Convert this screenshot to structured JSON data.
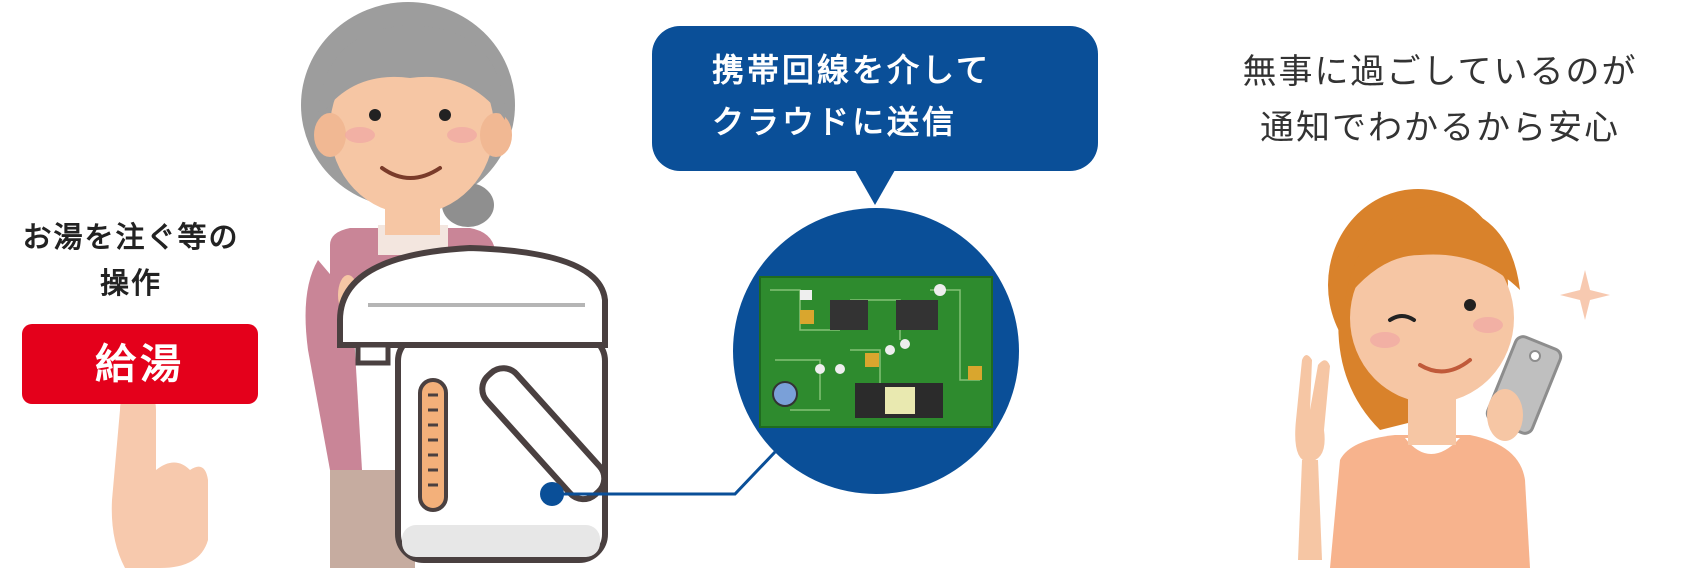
{
  "operation": {
    "line1": "お湯を注ぐ等の",
    "line2": "操作"
  },
  "button": {
    "label": "給湯"
  },
  "bubble": {
    "line1": "携帯回線を介して",
    "line2": "クラウドに送信"
  },
  "notification": {
    "line1": "無事に過ごしているのが",
    "line2": "通知でわかるから安心"
  },
  "colors": {
    "button_red": "#e4001b",
    "navy": "#0a4f98",
    "pcb_green": "#2e8b2e",
    "skin": "#f6c6a4"
  }
}
